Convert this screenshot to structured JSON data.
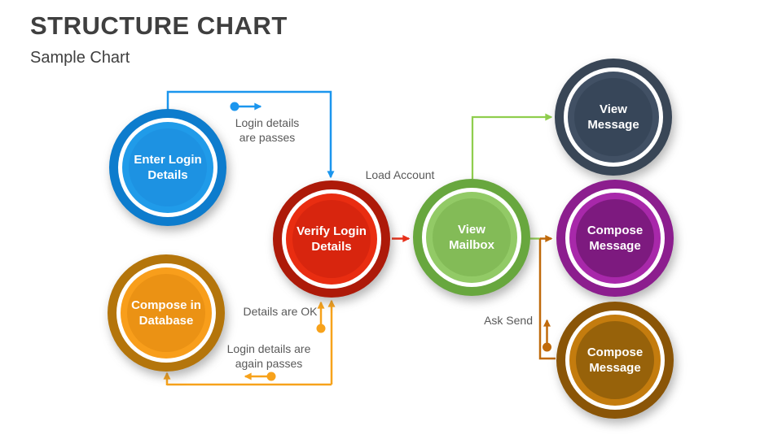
{
  "slide": {
    "title": "STRUCTURE CHART",
    "subtitle": "Sample Chart"
  },
  "nodes": [
    {
      "id": "enter_login",
      "label": "Enter Login Details",
      "colors": {
        "ring": "#0d7ccd",
        "disc": "#209be9",
        "inner": "#1d92e2"
      }
    },
    {
      "id": "verify_login",
      "label": "Verify Login Details",
      "colors": {
        "ring": "#ad1a09",
        "disc": "#e92d11",
        "inner": "#d8250e"
      }
    },
    {
      "id": "view_mailbox",
      "label": "View Mailbox",
      "colors": {
        "ring": "#68a73e",
        "disc": "#92ca66",
        "inner": "#83bb57"
      }
    },
    {
      "id": "view_message",
      "label": "View Message",
      "colors": {
        "ring": "#394656",
        "disc": "#415064",
        "inner": "#374659"
      }
    },
    {
      "id": "compose_message_top",
      "label": "Compose Message",
      "colors": {
        "ring": "#8c1e8e",
        "disc": "#a828aa",
        "inner": "#7d1a7f"
      }
    },
    {
      "id": "compose_message_bottom",
      "label": "Compose Message",
      "colors": {
        "ring": "#8a5507",
        "disc": "#c47c0e",
        "inner": "#97620a"
      }
    },
    {
      "id": "compose_in_database",
      "label": "Compose in Database",
      "colors": {
        "ring": "#b4750b",
        "disc": "#f89e1b",
        "inner": "#eb9214"
      }
    }
  ],
  "edges": [
    {
      "from": "enter_login",
      "to": "verify_login",
      "label": "Login details are passes",
      "color": "#1b96ee"
    },
    {
      "from": "verify_login",
      "to": "view_mailbox",
      "label": "Load Account",
      "color": "#e8301a"
    },
    {
      "from": "view_mailbox",
      "to": "view_message",
      "label": "",
      "color": "#8fce4e"
    },
    {
      "from": "view_mailbox",
      "to": "compose_message_top",
      "label": "",
      "color": "#c06a0b"
    },
    {
      "from": "compose_message_bottom",
      "to": "view_mailbox",
      "label": "Ask Send",
      "color": "#c06a0b"
    },
    {
      "from": "compose_in_database",
      "to": "verify_login",
      "label": "Details are OK",
      "color": "#f7a21b"
    },
    {
      "from": "verify_login",
      "to": "compose_in_database",
      "label": "Login details are again passes",
      "color": "#f7a21b"
    }
  ],
  "colors": {
    "background": "#ffffff",
    "title_text": "#3f3f3f",
    "edge_label_text": "#595959",
    "connector_blue": "#1b96ee",
    "connector_red": "#e8301a",
    "connector_green": "#8fce4e",
    "connector_orange": "#f7a21b",
    "connector_dark_orange": "#c06a0b"
  }
}
